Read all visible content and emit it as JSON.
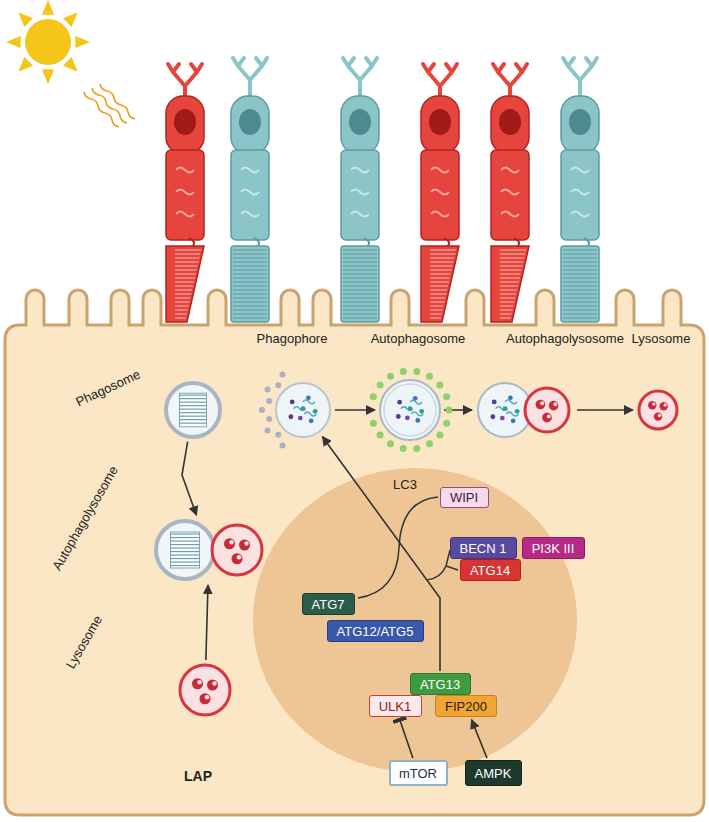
{
  "diagram": {
    "nodes": [
      {
        "text": [
          "Phagosome"
        ]
      },
      {
        "text": [
          "Phagophore"
        ]
      },
      {
        "text": [
          "Autophagosome"
        ]
      },
      {
        "text": [
          "Autophagolysosome"
        ]
      },
      {
        "text": [
          "Lysosome"
        ]
      },
      {
        "text": [
          "Autophagolysosome"
        ]
      },
      {
        "text": [
          "Lysosome"
        ]
      },
      {
        "text": [
          "WIPI"
        ]
      },
      {
        "text": [
          "BECN 1"
        ]
      },
      {
        "text": [
          "PI3K III"
        ]
      },
      {
        "text": [
          "ATG14"
        ]
      },
      {
        "text": [
          "ATG7"
        ]
      },
      {
        "text": [
          "ATG12/ATG5"
        ]
      },
      {
        "text": [
          "ATG13"
        ]
      },
      {
        "text": [
          "ULK1"
        ]
      },
      {
        "text": [
          "FIP200"
        ]
      },
      {
        "text": [
          "mTOR"
        ]
      },
      {
        "text": [
          "AMPK"
        ]
      }
    ],
    "edges": [
      {
        "from": 1,
        "to": 2,
        "arrow": "to"
      },
      {
        "from": 2,
        "to": 3,
        "arrow": "to"
      },
      {
        "from": 3,
        "to": 4,
        "arrow": "to"
      },
      {
        "from": 0,
        "to": 5,
        "arrow": "to"
      },
      {
        "from": 6,
        "to": 5,
        "arrow": "to"
      },
      {
        "from": 13,
        "to": 1,
        "arrow": "to"
      },
      {
        "from": 16,
        "to": 14,
        "arrow": "to"
      },
      {
        "from": 17,
        "to": 15,
        "arrow": "to"
      }
    ],
    "labels": [
      "LC3",
      "LAP"
    ]
  }
}
